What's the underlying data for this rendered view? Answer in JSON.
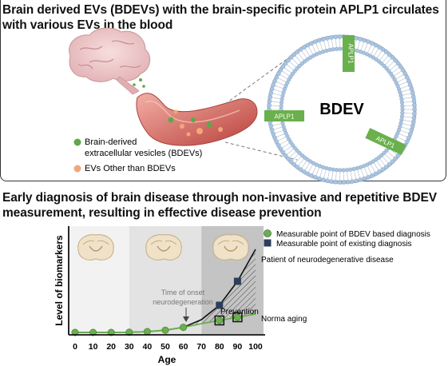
{
  "panel_top": {
    "title": "Brain derived EVs (BDEVs) with the brain-specific protein APLP1 circulates with various EVs in the blood",
    "vesicle_label": "BDEV",
    "protein_label": "APLP1",
    "legend": [
      {
        "label_line1": "Brain-derived",
        "label_line2": "extracellular vesicles (BDEVs)",
        "color": "#5ea84a"
      },
      {
        "label_line1": "EVs Other than BDEVs",
        "label_line2": "",
        "color": "#f2a77a"
      }
    ]
  },
  "panel_bottom": {
    "title": "Early diagnosis of brain disease through non-invasive and repetitive BDEV measurement, resulting in effective disease prevention",
    "legend": [
      {
        "label": "Measurable point of BDEV based diagnosis",
        "color": "#6ab04c"
      },
      {
        "label": "Measurable point of existing diagnosis",
        "color": "#2e3f5c"
      }
    ],
    "annotations": {
      "patient": "Patient of neurodegenerative disease",
      "onset_line1": "Time of onset",
      "onset_line2": "neurodegeneration",
      "prevention": "Prevention",
      "normal": "Norma aging"
    }
  },
  "chart_data": {
    "type": "line",
    "xlabel": "Age",
    "ylabel": "Level of biomarkers",
    "x_ticks": [
      "0",
      "10",
      "20",
      "30",
      "40",
      "50",
      "60",
      "70",
      "80",
      "90",
      "100"
    ],
    "xlim": [
      0,
      100
    ],
    "series": [
      {
        "name": "Patient of neurodegenerative disease",
        "x": [
          0,
          10,
          20,
          30,
          40,
          50,
          60,
          70,
          80,
          90,
          100
        ],
        "y": [
          0,
          0,
          0,
          0.1,
          0.5,
          1.4,
          3.2,
          8,
          17,
          32,
          52
        ]
      },
      {
        "name": "Norma aging",
        "x": [
          0,
          10,
          20,
          30,
          40,
          50,
          60,
          70,
          80,
          90,
          100
        ],
        "y": [
          0,
          0,
          0,
          0.1,
          0.5,
          1.4,
          3.2,
          5.5,
          7.5,
          9.5,
          11.5
        ]
      }
    ],
    "bdev_points_x": [
      0,
      10,
      20,
      30,
      40,
      50,
      60,
      80,
      90
    ],
    "existing_points_x": [
      80,
      90
    ],
    "shaded_bands": [
      {
        "from": 0,
        "to": 30,
        "color": "#f2f2f2"
      },
      {
        "from": 30,
        "to": 70,
        "color": "#e3e3e3"
      },
      {
        "from": 70,
        "to": 100,
        "color": "#c4c4c4"
      }
    ]
  }
}
